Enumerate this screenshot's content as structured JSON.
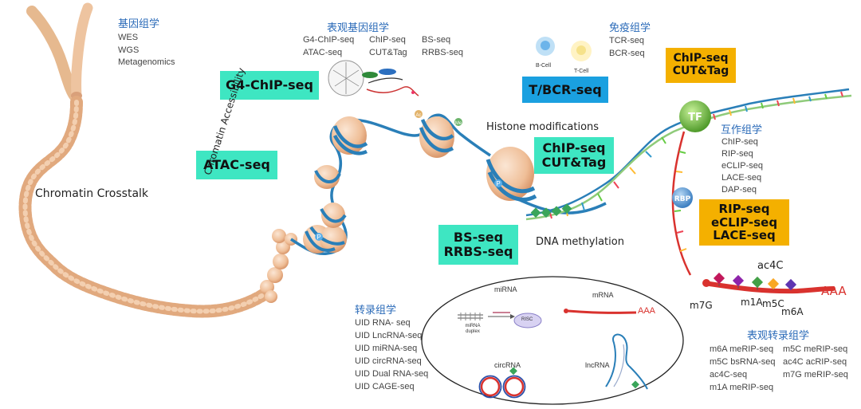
{
  "genomics": {
    "title": "基因组学",
    "items": [
      "WES",
      "WGS",
      "Metagenomics"
    ]
  },
  "epigenomics": {
    "title": "表观基因组学",
    "items": [
      "G4-ChIP-seq",
      "ChIP-seq",
      "BS-seq",
      "ATAC-seq",
      "CUT&Tag",
      "RRBS-seq"
    ]
  },
  "immunomics": {
    "title": "免疫组学",
    "items": [
      "TCR-seq",
      "BCR-seq"
    ],
    "b_cell": "B-Cell",
    "t_cell": "T-Cell"
  },
  "interactomics": {
    "title": "互作组学",
    "items": [
      "ChIP-seq",
      "RIP-seq",
      "eCLIP-seq",
      "LACE-seq",
      "DAP-seq"
    ]
  },
  "transcriptomics": {
    "title": "转录组学",
    "items": [
      "UID RNA- seq",
      "UID LncRNA-seq",
      "UID miRNA-seq",
      "UID circRNA-seq",
      "UID Dual RNA-seq",
      "UID CAGE-seq"
    ]
  },
  "epitranscriptomics": {
    "title": "表观转录组学",
    "items": [
      "m6A meRIP-seq",
      "m5C meRIP-seq",
      "m5C bsRNA-seq",
      "ac4C acRIP-seq",
      "ac4C-seq",
      "m7G meRIP-seq",
      "m1A meRIP-seq"
    ]
  },
  "badges": {
    "g4": "G4-ChIP-seq",
    "atac": "ATAC-seq",
    "tbcr": "T/BCR-seq",
    "chip_top_1": "ChIP-seq",
    "chip_top_2": "CUT&Tag",
    "chip_mid_1": "ChIP-seq",
    "chip_mid_2": "CUT&Tag",
    "bs_1": "BS-seq",
    "bs_2": "RRBS-seq",
    "rip_1": "RIP-seq",
    "rip_2": "eCLIP-seq",
    "rip_3": "LACE-seq"
  },
  "labels": {
    "chromatin_crosstalk": "Chromatin Crosstalk",
    "chromatin_accessibility": "Chromatin Accessibility",
    "histone_modifications": "Histone modifications",
    "dna_methylation": "DNA methylation",
    "tf": "TF",
    "rbp": "RBP",
    "ac4c": "ac4C",
    "m7g": "m7G",
    "m1a": "m1A",
    "m5c": "m5C",
    "m6a": "m6A",
    "aaa": "AAA",
    "mirna": "miRNA",
    "mrna": "mRNA",
    "circrna": "circRNA",
    "lncrna": "lncRNA",
    "mrna_aaa": "AAA",
    "mirna_duplex": "miRNA duplex",
    "risc": "RISC",
    "p": "P",
    "ac": "Ac",
    "me": "Me"
  },
  "colors": {
    "teal_badge": "#3ee6c2",
    "blue_badge": "#1aa0e0",
    "gold_badge": "#f4b000",
    "title_blue": "#2a6ab8",
    "dna_blue": "#2a7fb8",
    "nucleosome": "#f2c9a6",
    "rna_red": "#d9322e"
  }
}
